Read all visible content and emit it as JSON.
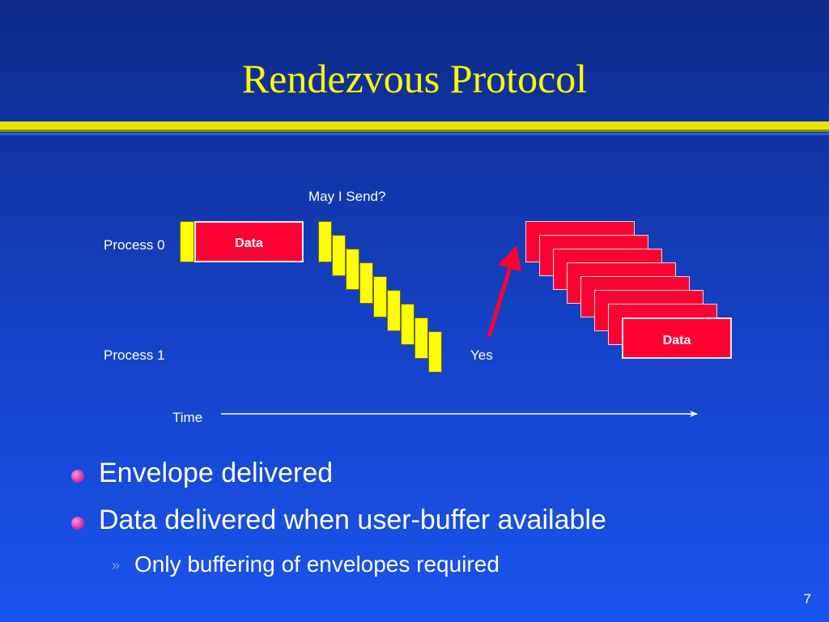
{
  "slide": {
    "title": "Rendezvous Protocol",
    "page_number": "7"
  },
  "diagram": {
    "process_0_label": "Process 0",
    "process_1_label": "Process 1",
    "request_label": "May I Send?",
    "reply_label": "Yes",
    "time_label": "Time",
    "data_label_sender": "Data",
    "data_label_receiver": "Data",
    "colors": {
      "envelope": "#ffff00",
      "data": "#ff0033",
      "arrow": "#ff0033",
      "text": "#ffffff",
      "title": "#ffff00"
    }
  },
  "bullets": [
    {
      "text": "Envelope delivered"
    },
    {
      "text": "Data delivered when user-buffer available"
    }
  ],
  "sub_bullets": [
    {
      "marker": "»",
      "text": "Only buffering of envelopes required"
    }
  ]
}
